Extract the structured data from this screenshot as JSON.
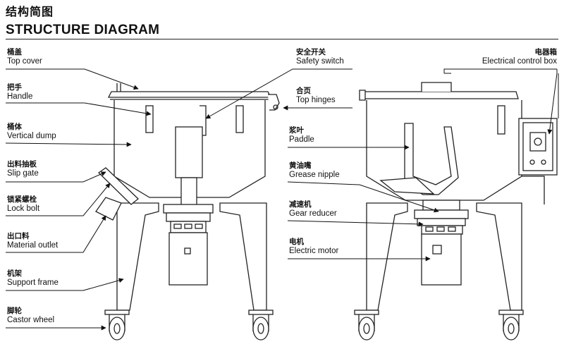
{
  "title": {
    "cn": "结构简图",
    "en": "STRUCTURE DIAGRAM"
  },
  "labels": {
    "top_cover": {
      "cn": "桶盖",
      "en": "Top cover"
    },
    "handle": {
      "cn": "把手",
      "en": "Handle"
    },
    "vertical_dump": {
      "cn": "桶体",
      "en": "Vertical dump"
    },
    "slip_gate": {
      "cn": "出料抽板",
      "en": "Slip gate"
    },
    "lock_bolt": {
      "cn": "锁紧螺栓",
      "en": "Lock bolt"
    },
    "material_outlet": {
      "cn": "出口料",
      "en": "Material outlet"
    },
    "support_frame": {
      "cn": "机架",
      "en": "Support frame"
    },
    "castor_wheel": {
      "cn": "脚轮",
      "en": "Castor wheel"
    },
    "safety_switch": {
      "cn": "安全开关",
      "en": "Safety switch"
    },
    "top_hinges": {
      "cn": "合页",
      "en": "Top hinges"
    },
    "paddle": {
      "cn": "浆叶",
      "en": "Paddle"
    },
    "grease_nipple": {
      "cn": "黄油嘴",
      "en": "Grease nipple"
    },
    "gear_reducer": {
      "cn": "减速机",
      "en": "Gear reducer"
    },
    "electric_motor": {
      "cn": "电机",
      "en": "Electric motor"
    },
    "electrical_control_box": {
      "cn": "电器箱",
      "en": "Electrical control box"
    }
  }
}
